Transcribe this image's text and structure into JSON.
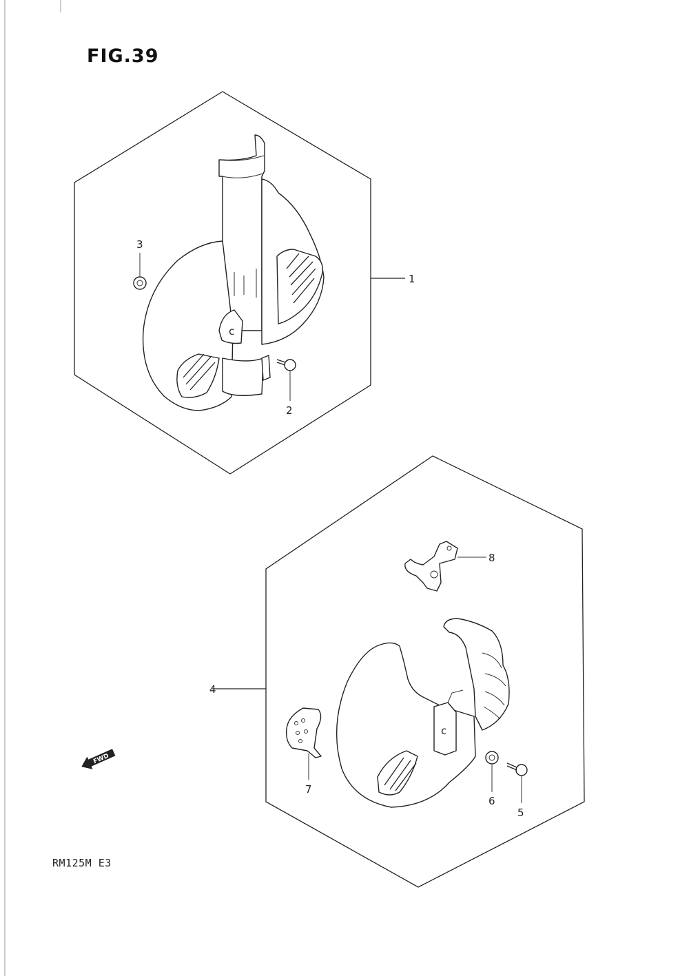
{
  "figure": {
    "title": "FIG.39",
    "model": "RM125M E3",
    "fwd_label": "FWD"
  },
  "callouts": {
    "c1": "1",
    "c2": "2",
    "c3": "3",
    "c4": "4",
    "c5": "5",
    "c6": "6",
    "c7": "7",
    "c8": "8"
  },
  "icons": {
    "fwd": "fwd-arrow-icon"
  }
}
